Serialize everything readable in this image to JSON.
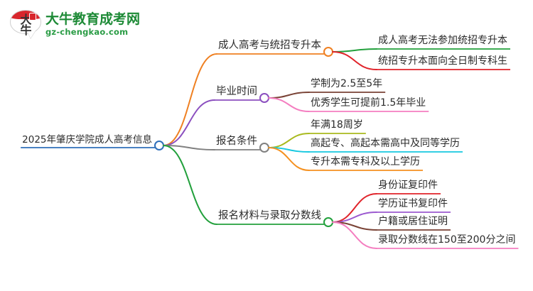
{
  "logo": {
    "mark_line1": "大",
    "mark_line2": "牛",
    "title": "大牛教育成考网",
    "subtitle": "gz-chengkao.com",
    "brand_green": "#1d8a36",
    "brand_red": "#d8262c"
  },
  "mindmap": {
    "root": {
      "label": "2025年肇庆学院成人高考信息",
      "color": "#2f6fba"
    },
    "branches": [
      {
        "label": "成人高考与统招专升本",
        "color": "#ef8022",
        "children": [
          {
            "label": "成人高考无法参加统招专升本",
            "color": "#22a03c"
          },
          {
            "label": "统招专升本面向全日制专科生",
            "color": "#e0232a"
          }
        ]
      },
      {
        "label": "毕业时间",
        "color": "#8b4fbf",
        "children": [
          {
            "label": "学制为2.5至5年",
            "color": "#7a4336"
          },
          {
            "label": "优秀学生可提前1.5年毕业",
            "color": "#f47ec0"
          }
        ]
      },
      {
        "label": "报名条件",
        "color": "#808080",
        "children": [
          {
            "label": "年满18周岁",
            "color": "#a9ba1e"
          },
          {
            "label": "高起专、高起本需高中及同等学历",
            "color": "#16c8e0"
          },
          {
            "label": "专升本需专科及以上学历",
            "color": "#f59120"
          }
        ]
      },
      {
        "label": "报名材料与录取分数线",
        "color": "#22a03c",
        "children": [
          {
            "label": "身份证复印件",
            "color": "#e0232a"
          },
          {
            "label": "学历证书复印件",
            "color": "#9b59d0"
          },
          {
            "label": "户籍或居住证明",
            "color": "#7a4336"
          },
          {
            "label": "录取分数线在150至200分之间",
            "color": "#f47ec0"
          }
        ]
      }
    ]
  }
}
